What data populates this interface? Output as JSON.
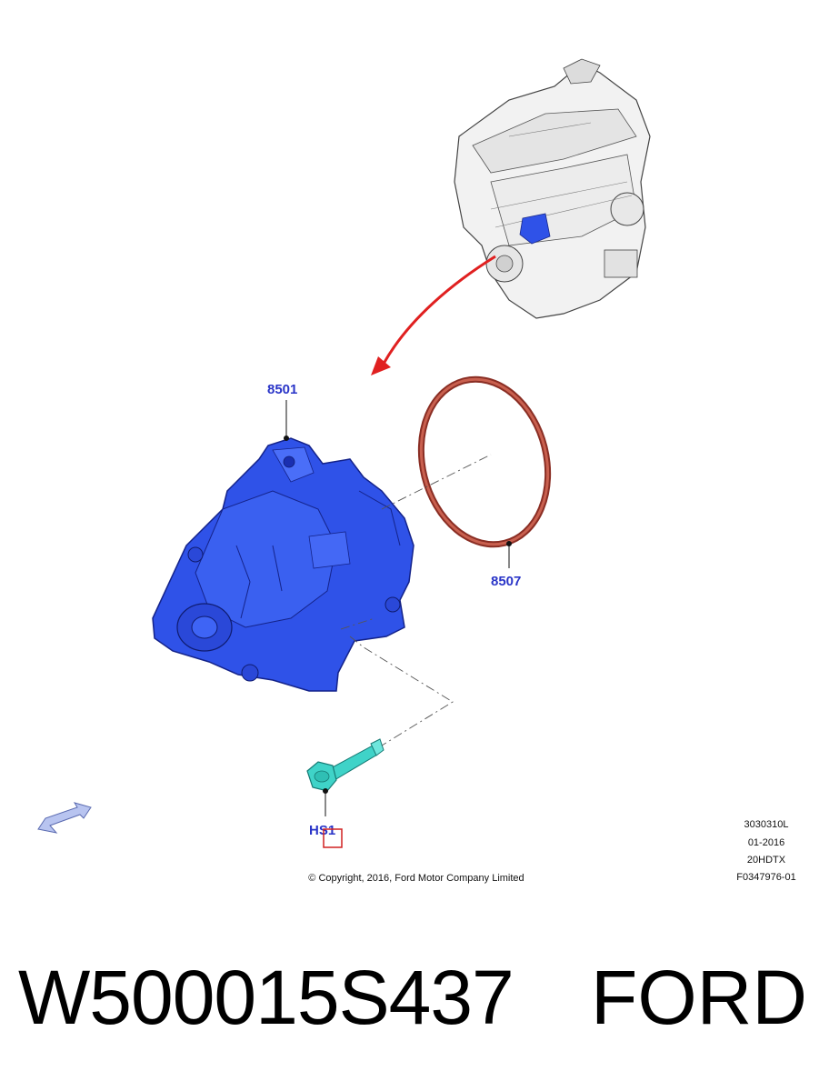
{
  "diagram": {
    "callouts": {
      "pump": "8501",
      "seal": "8507",
      "bolt": "HS1"
    },
    "codes": {
      "line1": "3030310L",
      "line2": "01-2016",
      "line3": "20HDTX",
      "line4": "F0347976-01"
    },
    "copyright": "© Copyright, 2016, Ford Motor Company Limited",
    "colors": {
      "callout_text": "#2a35c8",
      "pump_body": "#2f52e8",
      "seal": "#b34a3c",
      "bolt": "#3fd3c8",
      "arrow": "#e02020"
    }
  },
  "footer": {
    "part_number": "W500015S437",
    "brand": "FORD"
  }
}
